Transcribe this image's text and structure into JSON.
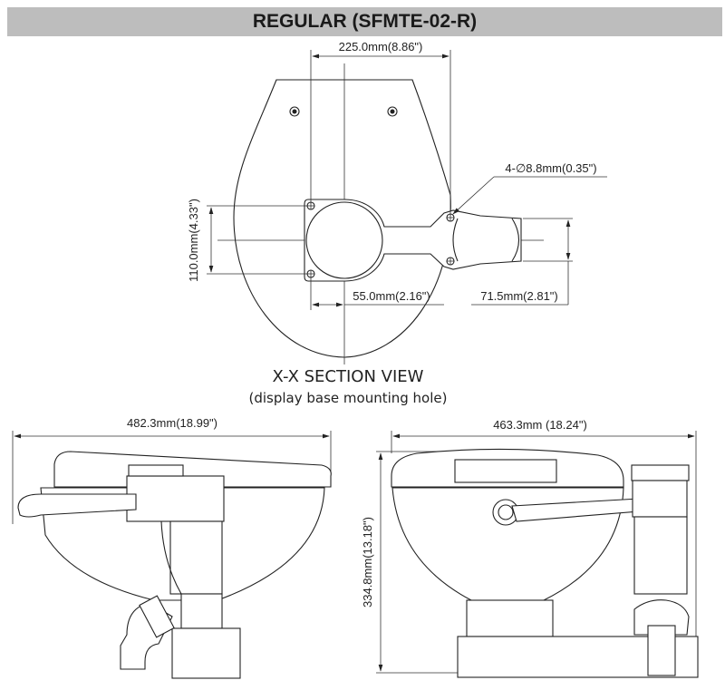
{
  "title": "REGULAR (SFMTE-02-R)",
  "section_view": {
    "dim_width": "225.0mm(8.86\")",
    "dim_hole": "4-∅8.8mm(0.35\")",
    "dim_height": "110.0mm(4.33\")",
    "dim_offset": "55.0mm(2.16\")",
    "dim_outlet": "71.5mm(2.81\")",
    "caption": "X-X SECTION VIEW",
    "subcaption": "(display base mounting hole)"
  },
  "side_view": {
    "dim_length": "482.3mm(18.99\")"
  },
  "front_view": {
    "dim_width": "463.3mm  (18.24\")",
    "dim_height": "334.8mm(13.18\")"
  }
}
